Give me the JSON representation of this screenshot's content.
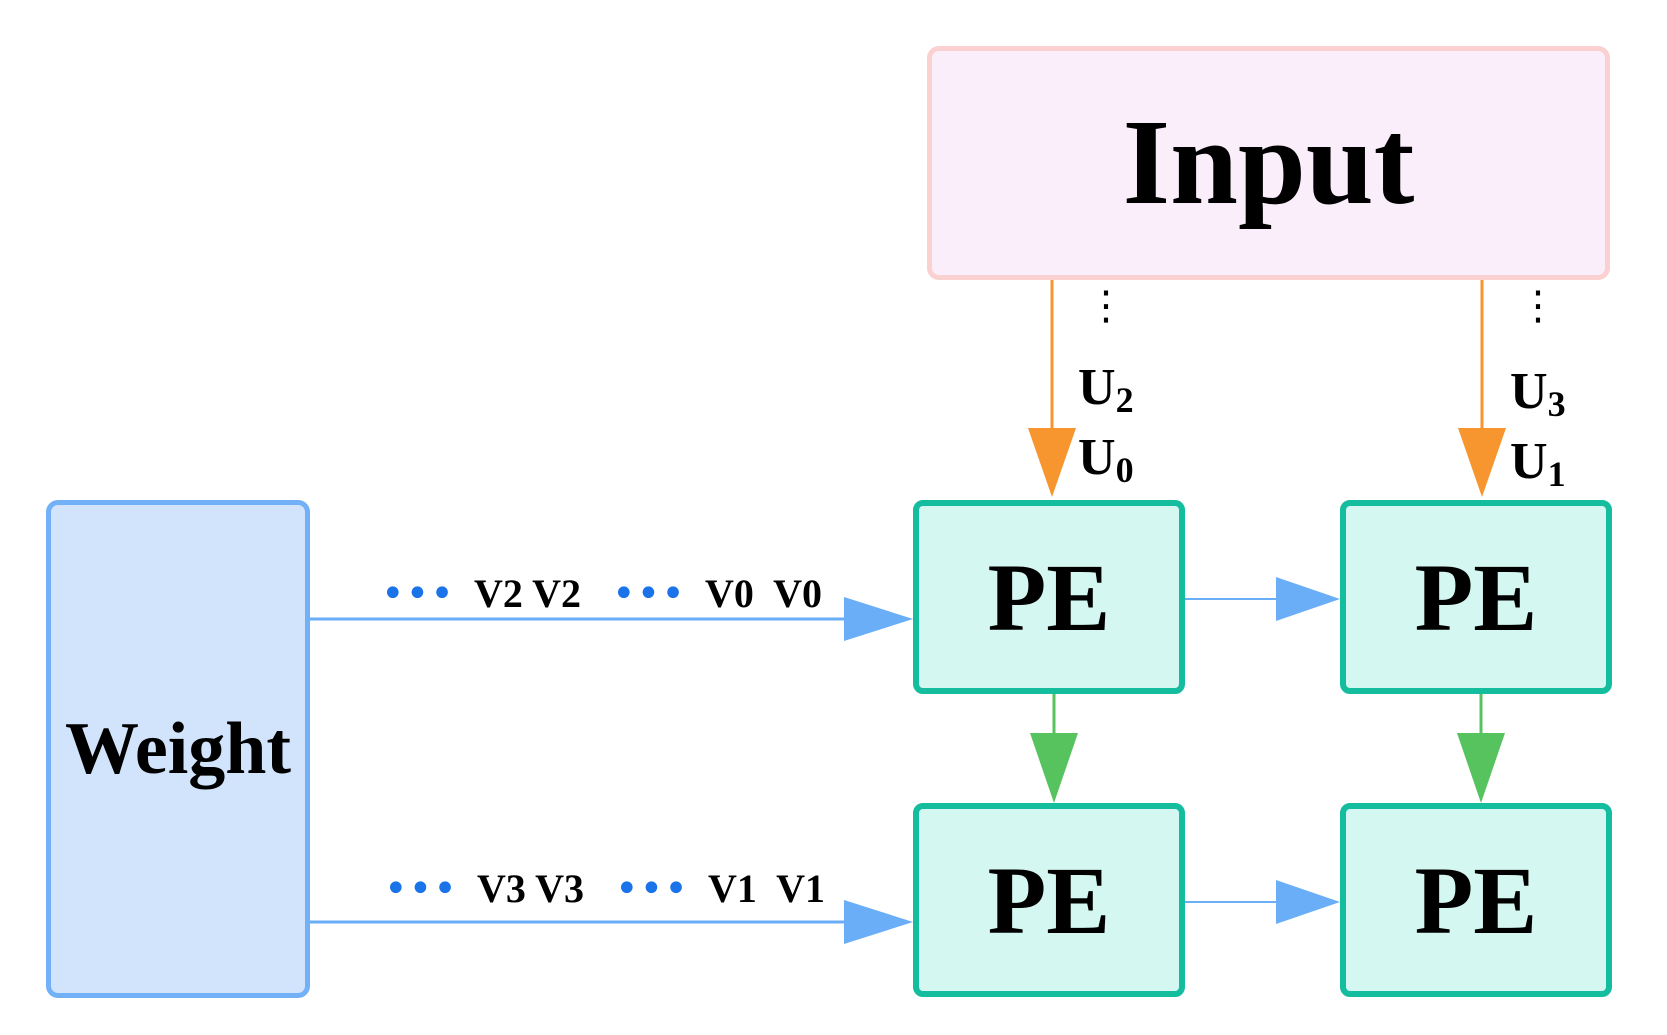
{
  "blocks": {
    "input": "Input",
    "weight": "Weight",
    "pe": [
      "PE",
      "PE",
      "PE",
      "PE"
    ]
  },
  "weight_streams": {
    "row0": {
      "ellipsis_far": "•••",
      "far": "V2 V2",
      "ellipsis_near": "•••",
      "near": "V0  V0"
    },
    "row1": {
      "ellipsis_far": "•••",
      "far": "V3 V3",
      "ellipsis_near": "•••",
      "near": "V1  V1"
    }
  },
  "input_streams": {
    "col0": {
      "ellipsis": "⋮",
      "upper_base": "U",
      "upper_sub": "2",
      "lower_base": "U",
      "lower_sub": "0"
    },
    "col1": {
      "ellipsis": "⋮",
      "upper_base": "U",
      "upper_sub": "3",
      "lower_base": "U",
      "lower_sub": "1"
    }
  },
  "colors": {
    "input_fill": "#fbeefb",
    "input_border": "#fbd0d0",
    "weight_fill": "#d1e4fb",
    "weight_border": "#72b0f7",
    "pe_fill": "#d5f7f1",
    "pe_border": "#14bd9d",
    "arrow_orange": "#f7962e",
    "arrow_blue": "#6aaef7",
    "arrow_green": "#56c35e",
    "dots_blue": "#1a73e8"
  }
}
